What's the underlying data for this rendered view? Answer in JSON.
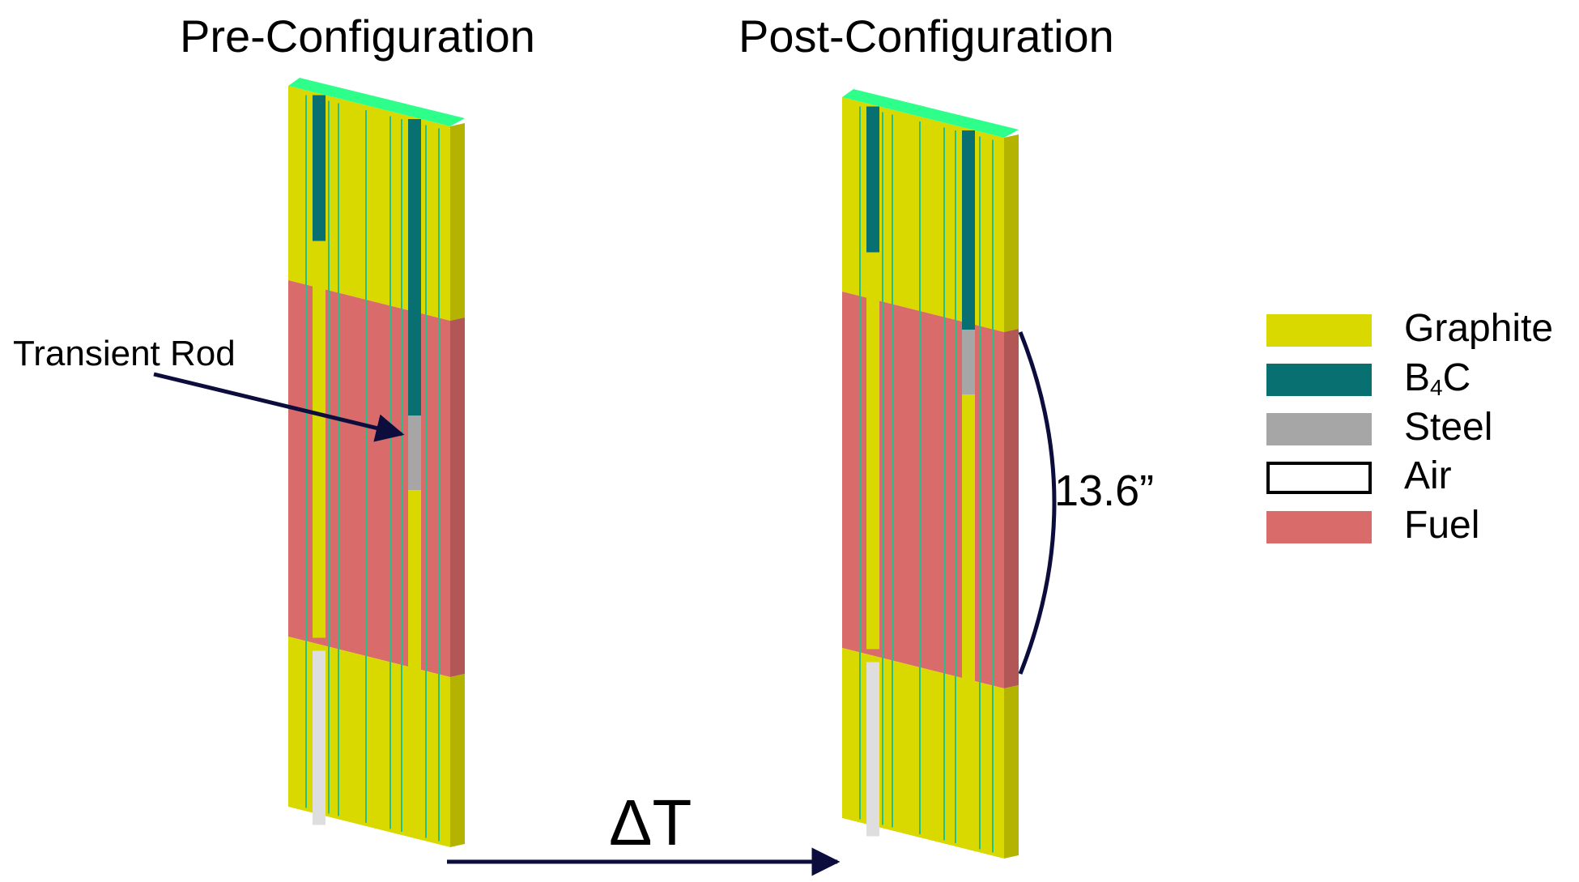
{
  "titles": {
    "pre": "Pre-Configuration",
    "post": "Post-Configuration"
  },
  "annotations": {
    "transient_rod": "Transient Rod",
    "delta_t": "ΔT",
    "dimension": "13.6”"
  },
  "legend": [
    {
      "id": "graphite",
      "main": "Graphite",
      "sub": "",
      "tail": "",
      "color": "#d9d900",
      "outlined": false
    },
    {
      "id": "b4c",
      "main": "B",
      "sub": "4",
      "tail": "C",
      "color": "#087070",
      "outlined": false
    },
    {
      "id": "steel",
      "main": "Steel",
      "sub": "",
      "tail": "",
      "color": "#a6a6a6",
      "outlined": false
    },
    {
      "id": "air",
      "main": "Air",
      "sub": "",
      "tail": "",
      "color": "#ffffff",
      "outlined": true
    },
    {
      "id": "fuel",
      "main": "Fuel",
      "sub": "",
      "tail": "",
      "color": "#d96b6b",
      "outlined": false
    }
  ],
  "colors": {
    "graphite": "#d9d900",
    "graphite_side": "#b3b300",
    "b4c": "#087070",
    "steel": "#a6a6a6",
    "air": "#dedede",
    "fuel": "#d96b6b",
    "fuel_side": "#b35656",
    "top_surface": "#2eff8a",
    "clad_line": "#27c08a",
    "arrow": "#0d0d3d"
  }
}
